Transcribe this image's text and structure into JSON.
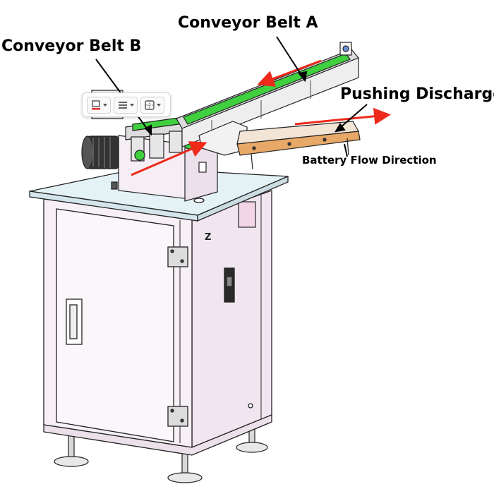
{
  "labels": {
    "conveyor_a": "Conveyor Belt A",
    "conveyor_b": "Conveyor Belt B",
    "pushing_discharge": "Pushing Discharge",
    "battery_flow": "Battery Flow Direction"
  },
  "toolbar": {
    "buttons": [
      {
        "icon": "border-color-icon"
      },
      {
        "icon": "line-style-icon"
      },
      {
        "icon": "grid-layout-icon"
      }
    ]
  },
  "colors": {
    "belt_green": "#3fcf3f",
    "discharge_orange": "#e8a868",
    "arrow_red": "#ee2a1a",
    "cabinet_fill": "#f7f0f6",
    "table_top": "#e4f2f6",
    "outline": "#222222"
  }
}
